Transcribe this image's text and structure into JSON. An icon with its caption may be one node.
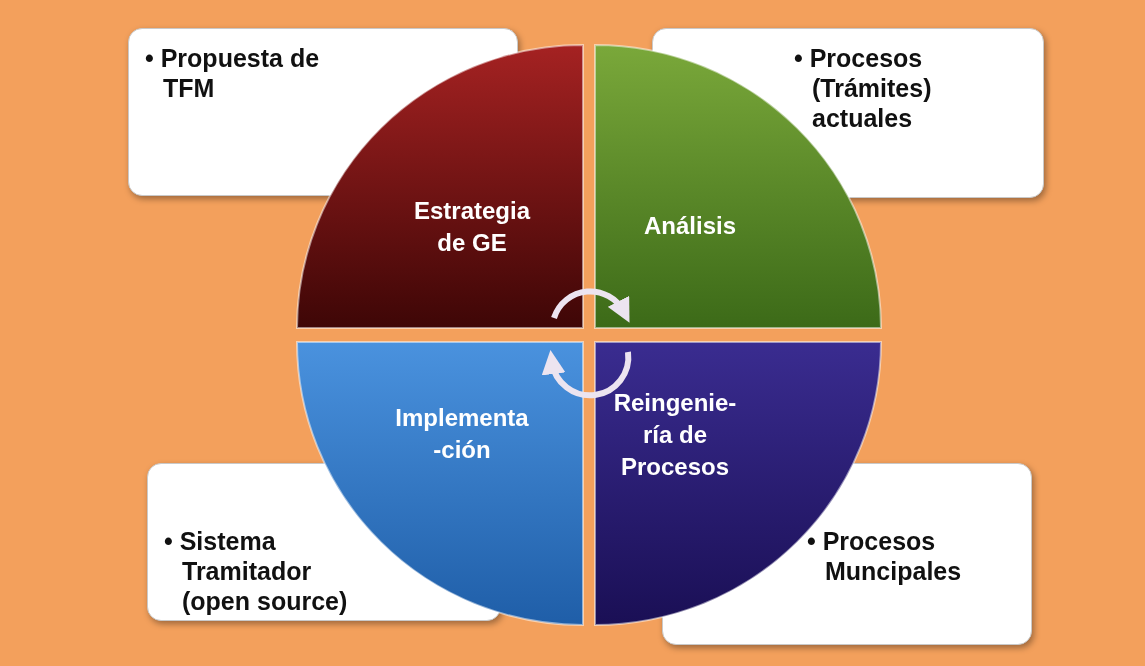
{
  "diagram": {
    "nodes": [
      {
        "text": [
          "Estrategia de GE"
        ]
      },
      {
        "text": [
          "Análisis"
        ]
      },
      {
        "text": [
          "Reingenie- ría de Procesos"
        ]
      },
      {
        "text": [
          "Implementa -ción"
        ]
      },
      {
        "text": [
          "• Propuesta de TFM"
        ]
      },
      {
        "text": [
          "• Procesos (Trámites) actuales"
        ]
      },
      {
        "text": [
          "• Sistema Tramitador (open source)"
        ]
      },
      {
        "text": [
          "• Procesos Muncipales"
        ]
      }
    ],
    "edges": [
      {
        "from": 0,
        "to": 1,
        "arrow": "to"
      },
      {
        "from": 2,
        "to": 3,
        "arrow": "to"
      }
    ]
  }
}
